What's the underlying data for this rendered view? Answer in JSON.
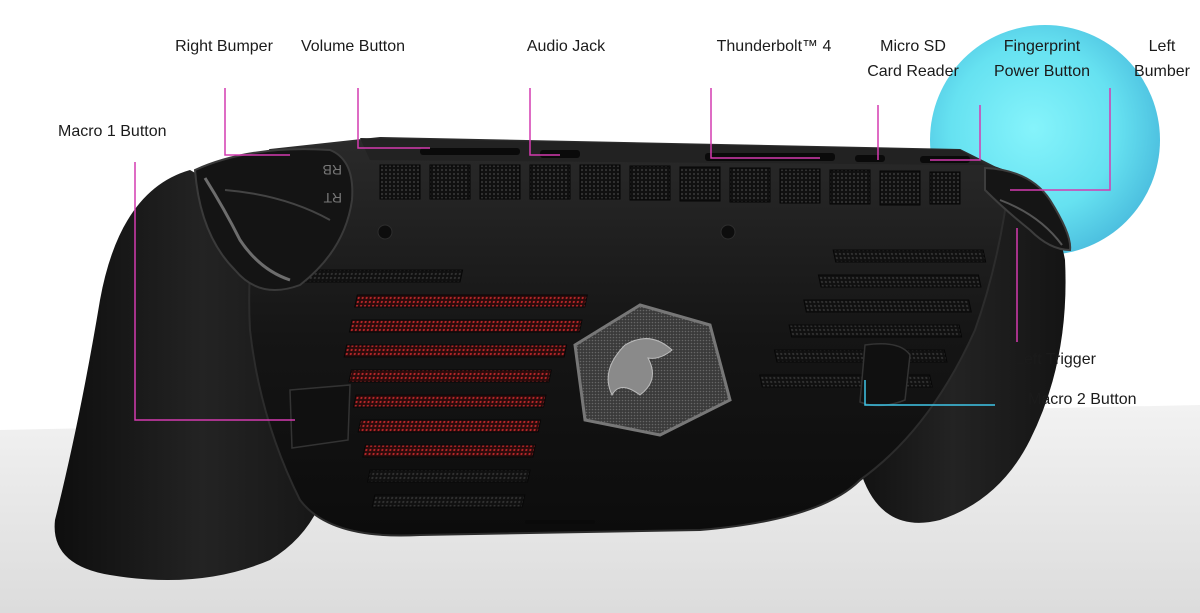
{
  "diagram": {
    "device_logo_text": "",
    "labels": {
      "right_bumper": [
        "Right Bumper"
      ],
      "volume_button": [
        "Volume Button"
      ],
      "audio_jack": [
        "Audio Jack"
      ],
      "thunderbolt": [
        "Thunderbolt™ 4"
      ],
      "micro_sd": [
        "Micro SD",
        "Card Reader"
      ],
      "fingerprint": [
        "Fingerprint",
        "Power Button"
      ],
      "left_bumber": [
        "Left",
        "Bumber"
      ],
      "macro1": [
        "Macro 1 Button"
      ],
      "left_trigger": [
        "Left Trigger"
      ],
      "macro2": [
        "Macro 2 Button"
      ]
    },
    "device_marks": {
      "rb": "RB",
      "rt": "RT"
    },
    "colors": {
      "device": "#1a1a1a",
      "device_edge": "#2c2c2c",
      "vent_red": "#c0282b",
      "callout_magenta": "#d43bb0",
      "callout_cyan": "#3fc6e8",
      "highlight_cyan": "#4fe4f2",
      "floor": "#e6e6e6"
    }
  }
}
